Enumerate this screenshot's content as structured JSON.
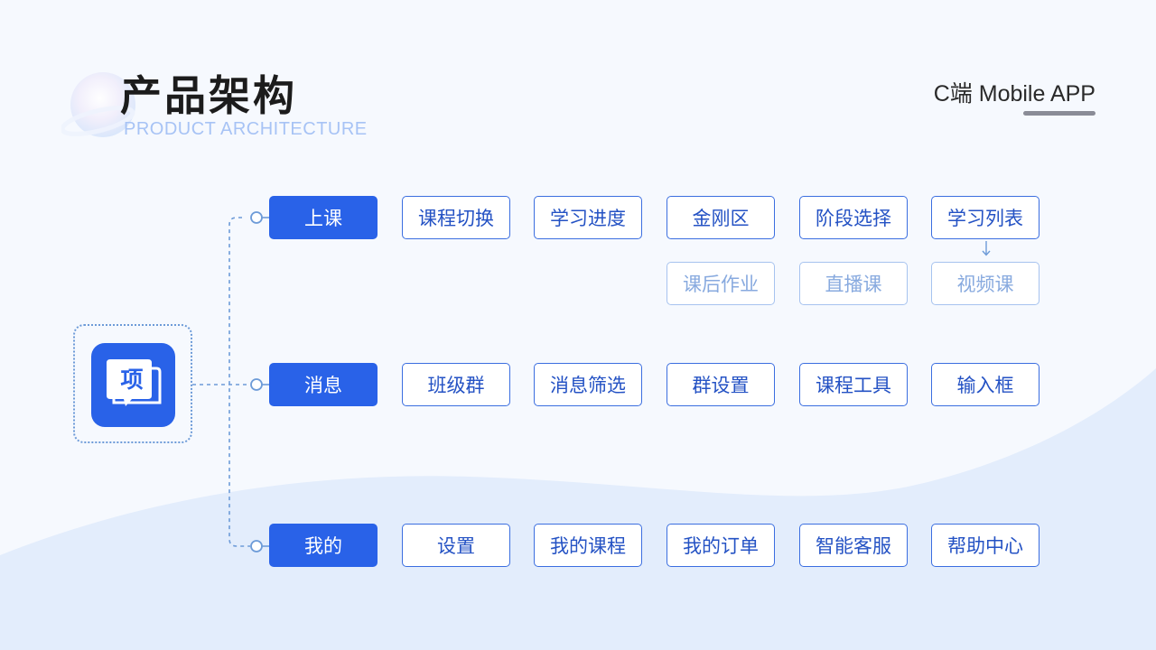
{
  "header": {
    "title": "产品架构",
    "subtitle": "PRODUCT ARCHITECTURE",
    "tag": "C端 Mobile APP"
  },
  "app": {
    "icon_char": "项",
    "accent": "#2962e8"
  },
  "branches": [
    {
      "label": "上课",
      "items": [
        "课程切换",
        "学习进度",
        "金刚区",
        "阶段选择",
        "学习列表"
      ],
      "sub_items": [
        "课后作业",
        "直播课",
        "视频课"
      ]
    },
    {
      "label": "消息",
      "items": [
        "班级群",
        "消息筛选",
        "群设置",
        "课程工具",
        "输入框"
      ]
    },
    {
      "label": "我的",
      "items": [
        "设置",
        "我的课程",
        "我的订单",
        "智能客服",
        "帮助中心"
      ]
    }
  ],
  "arrow": "↓",
  "colors": {
    "primary": "#2962e8",
    "border": "#3b6ee0",
    "muted_text": "#88aadf",
    "muted_border": "#a7c3ef",
    "dotted": "#6d9bd8"
  }
}
